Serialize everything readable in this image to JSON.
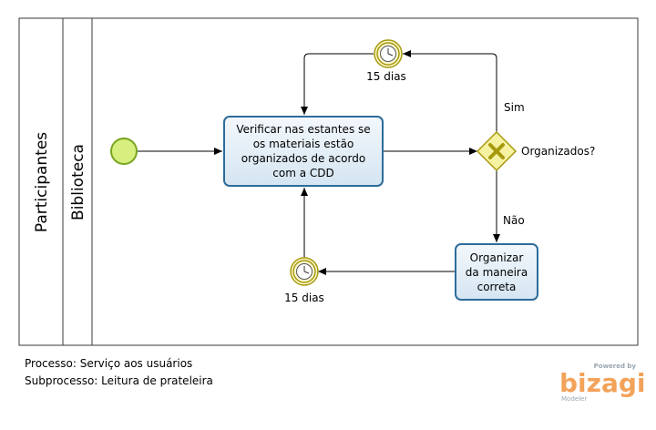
{
  "pool": {
    "label": "Participantes"
  },
  "lane": {
    "label": "Biblioteca"
  },
  "tasks": {
    "verificar": {
      "lines": [
        "Verificar nas estantes se",
        "os materiais estão",
        "organizados de acordo",
        "com a CDD"
      ]
    },
    "organizar": {
      "lines": [
        "Organizar",
        "da maneira",
        "correta"
      ]
    }
  },
  "gateway": {
    "label": "Organizados?"
  },
  "timers": {
    "top_label": "15 dias",
    "bottom_label": "15 dias"
  },
  "flows": {
    "yes_label": "Sim",
    "no_label": "Não"
  },
  "footer": {
    "process": "Processo: Serviço aos usuários",
    "subprocess": "Subprocesso: Leitura de prateleira"
  },
  "logo": {
    "powered": "Powered by",
    "word": "bizagi",
    "sub": "Modeler"
  },
  "colors": {
    "task_fill": "#e6f0f8",
    "task_stroke": "#2d6c9a",
    "start_fill": "#d7ef7e",
    "start_stroke": "#79a51f",
    "gateway_fill": "#f6f2a2",
    "gateway_mark": "#a79a0d",
    "timer_ring": "#a79a0d",
    "logo_accent": "#f3a25a"
  }
}
